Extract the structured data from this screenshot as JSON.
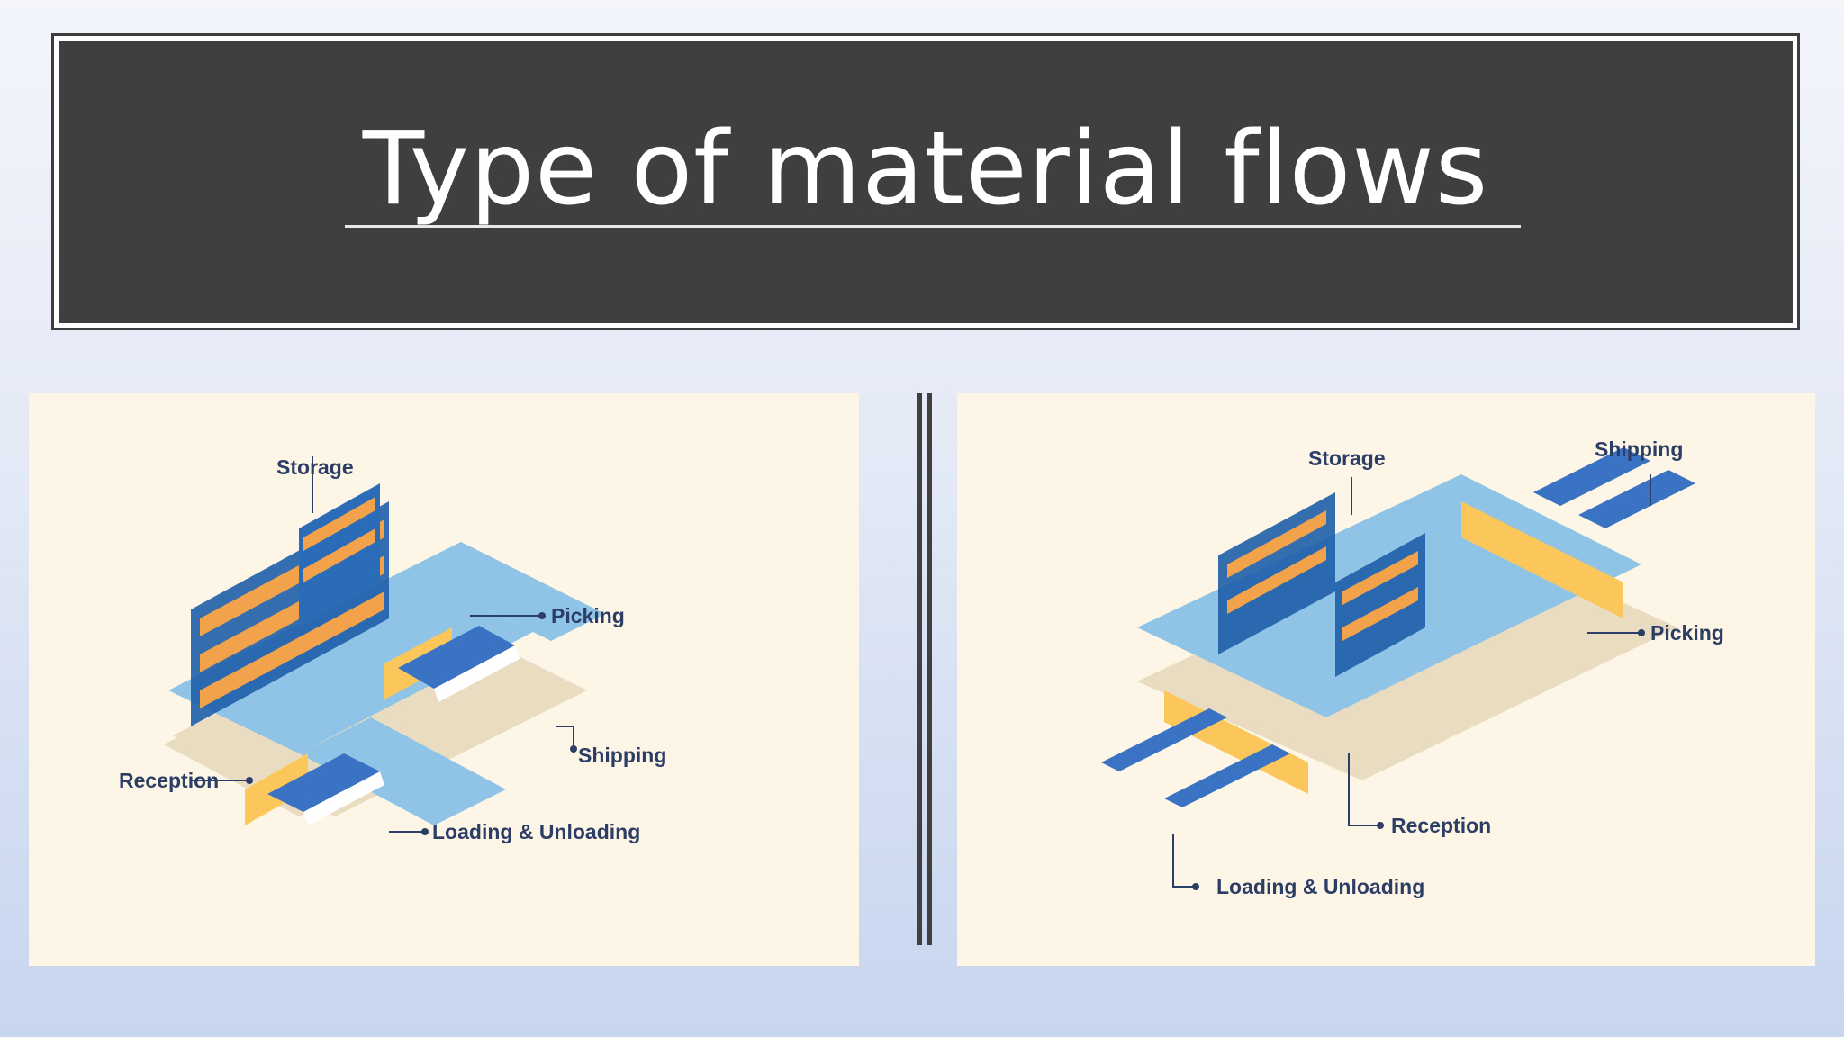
{
  "title": "Type of material flows",
  "diagrams": [
    {
      "labels": {
        "storage": "Storage",
        "picking": "Picking",
        "shipping": "Shipping",
        "reception": "Reception",
        "loading": "Loading & Unloading"
      }
    },
    {
      "labels": {
        "storage": "Storage",
        "shipping": "Shipping",
        "picking": "Picking",
        "reception": "Reception",
        "loading": "Loading & Unloading"
      }
    }
  ],
  "colors": {
    "title_bg": "#3f3f41",
    "panel_bg": "#fdf6e6",
    "floor": "#8fc4e6",
    "rack_blue": "#1f5fa8",
    "box_orange": "#f2a24a",
    "dock_yellow": "#fbc75a",
    "label_navy": "#2c3e66"
  }
}
